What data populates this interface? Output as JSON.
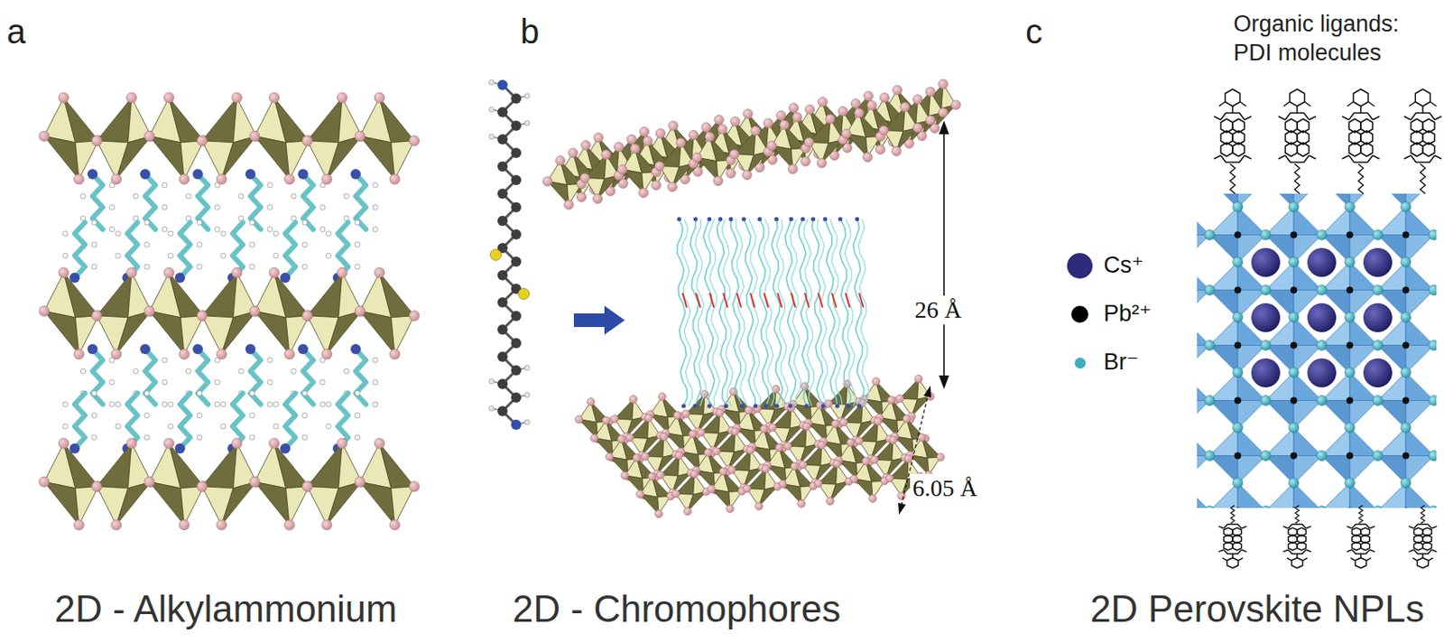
{
  "diagram": {
    "labels": [
      "a",
      "b",
      "c",
      "Organic ligands: PDI molecules",
      "26 Å",
      "6.05 Å",
      "2D - Alkylammonium",
      "2D - Chromophores",
      "2D Perovskite NPLs"
    ],
    "legend": [
      {
        "text": "Cs⁺",
        "color": "#2d2b7a"
      },
      {
        "text": "Pb²⁺",
        "color": "#000000"
      },
      {
        "text": "Br⁻",
        "color": "#3ab0c0"
      }
    ]
  }
}
